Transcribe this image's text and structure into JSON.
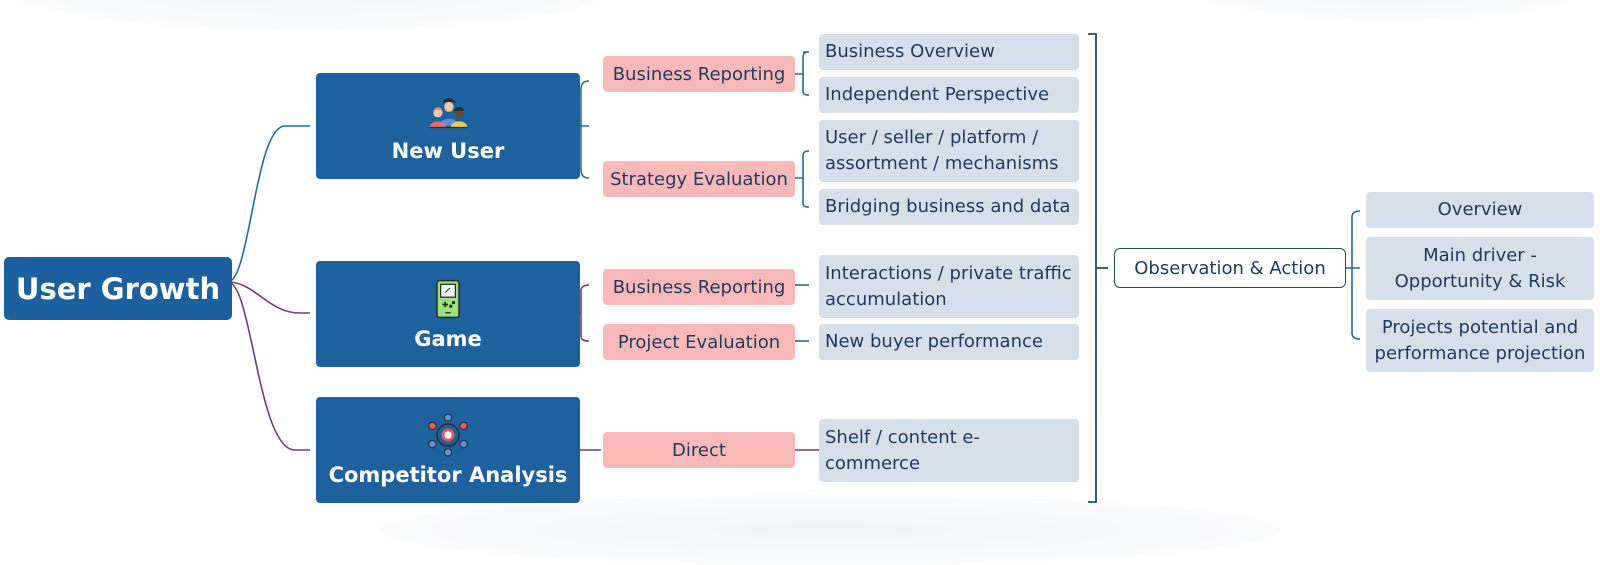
{
  "diagram": {
    "root": {
      "label": "User Growth"
    },
    "branches": [
      {
        "label": "New User",
        "icon": "people-icon",
        "subtopics": [
          {
            "label": "Business Reporting",
            "leaves": [
              "Business Overview",
              "Independent Perspective"
            ]
          },
          {
            "label": "Strategy Evaluation",
            "leaves": [
              "User / seller / platform / assortment / mechanisms",
              "Bridging business and data"
            ]
          }
        ]
      },
      {
        "label": "Game",
        "icon": "gameboy-icon",
        "subtopics": [
          {
            "label": "Business Reporting",
            "leaves": [
              "Interactions / private traffic accumulation"
            ]
          },
          {
            "label": "Project Evaluation",
            "leaves": [
              "New buyer performance"
            ]
          }
        ]
      },
      {
        "label": "Competitor Analysis",
        "icon": "network-icon",
        "subtopics": [
          {
            "label": "Direct",
            "leaves": [
              "Shelf / content e-commerce"
            ]
          }
        ]
      }
    ],
    "summary": {
      "label": "Observation & Action",
      "items": [
        "Overview",
        "Main driver - Opportunity & Risk",
        "Projects potential and performance projection"
      ]
    }
  },
  "colors": {
    "root_fill": "#1c60a0",
    "branch_fill": "#1d629e",
    "subtopic_fill": "#f9b9b9",
    "leaf_fill": "#d5e0eb",
    "link_blue": "#1f6d9a",
    "link_purple": "#6b3f86",
    "text_dark": "#1f3a5e"
  }
}
